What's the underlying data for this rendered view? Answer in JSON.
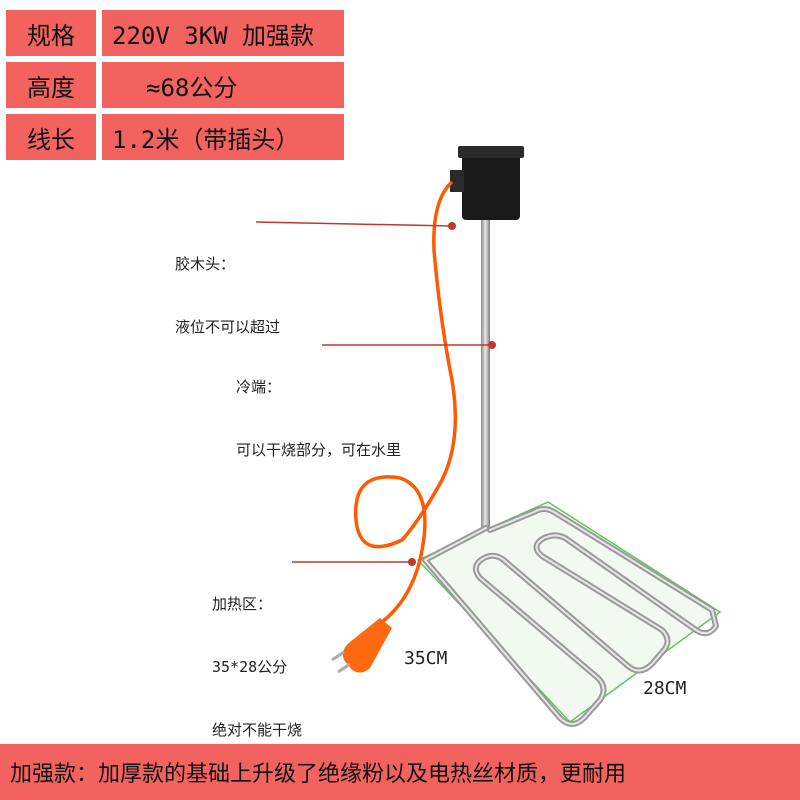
{
  "specs": [
    {
      "key": "规格",
      "value": "220V 3KW 加强款"
    },
    {
      "key": "高度",
      "value": "≈68公分"
    },
    {
      "key": "线长",
      "value": "1.2米（带插头）"
    }
  ],
  "annotations": {
    "bakelite": {
      "title": "胶木头：",
      "desc": "液位不可以超过"
    },
    "cold_end": {
      "title": "冷端：",
      "desc": "可以干烧部分，可在水里"
    },
    "heating_zone": {
      "title": "加热区：",
      "desc1": "35*28公分",
      "desc2": "绝对不能干烧"
    }
  },
  "dimensions": {
    "length": "35CM",
    "width": "28CM"
  },
  "footer": "加强款：加厚款的基础上升级了绝缘粉以及电热丝材质，更耐用",
  "colors": {
    "banner": "#f2625f",
    "cable": "#ff5a00",
    "leader_line": "#c0392b",
    "dimension_box": "#5ec85e"
  }
}
